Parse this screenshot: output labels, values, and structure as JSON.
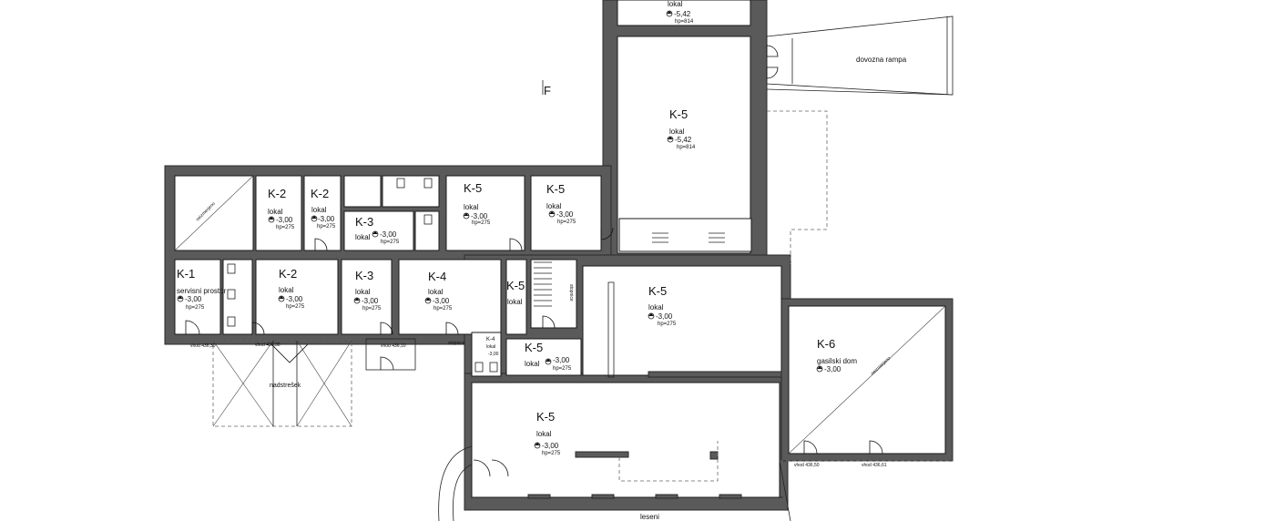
{
  "rooms": {
    "top_k5": {
      "label": "lokal",
      "level": "-5,42",
      "hp": "hp=814"
    },
    "k5_large": {
      "code": "K-5",
      "label": "lokal",
      "level": "-5,42",
      "hp": "hp=814"
    },
    "k2_a": {
      "code": "K-2",
      "label": "lokal",
      "level": "-3,00",
      "hp": "hp=275"
    },
    "k2_b": {
      "code": "K-2",
      "label": "lokal",
      "level": "-3,00",
      "hp": "hp=275"
    },
    "k3_a": {
      "code": "K-3",
      "label": "lokal",
      "level": "-3,00",
      "hp": "hp=275"
    },
    "k5_a": {
      "code": "K-5",
      "label": "lokal",
      "level": "-3,00",
      "hp": "hp=275"
    },
    "k5_b": {
      "code": "K-5",
      "label": "lokal",
      "level": "-3,00",
      "hp": "hp=275"
    },
    "k1": {
      "code": "K-1",
      "label": "servisni prostor",
      "level": "-3,00",
      "hp": "hp=275"
    },
    "k2_c": {
      "code": "K-2",
      "label": "lokal",
      "level": "-3,00",
      "hp": "hp=275"
    },
    "k3_b": {
      "code": "K-3",
      "label": "lokal",
      "level": "-3,00",
      "hp": "hp=275"
    },
    "k4": {
      "code": "K-4",
      "label": "lokal",
      "level": "-3,00",
      "hp": "hp=275"
    },
    "k5_narrow": {
      "code": "K-5",
      "label": "lokal"
    },
    "k5_mid": {
      "code": "K-5",
      "label": "lokal",
      "level": "-3,00",
      "hp": "hp=275"
    },
    "k4_small": {
      "code": "K-4",
      "label": "lokal",
      "level": "-3,00"
    },
    "k5_small": {
      "code": "K-5",
      "label": "lokal",
      "level": "-3,00",
      "hp": "hp=275"
    },
    "k5_bottom": {
      "code": "K-5",
      "label": "lokal",
      "level": "-3,00",
      "hp": "hp=275"
    },
    "k6": {
      "code": "K-6",
      "label": "gasilski dom",
      "level": "-3,00"
    }
  },
  "annotations": {
    "ramp": "dovozna rampa",
    "canopy": "nadstrešek",
    "scaffold": "leseni",
    "demolish_1": "neizmerjeno",
    "demolish_2": "neizmerjeno",
    "section_mark": "F",
    "stairs_1": "stopnice",
    "stairs_2": "stopnice"
  },
  "entrances": {
    "e1": "vhod 436,30",
    "e2": "vhod 436,30",
    "e3": "vhod 436,10",
    "e4": "vhod 436,50",
    "e5": "vhod 436,61"
  }
}
